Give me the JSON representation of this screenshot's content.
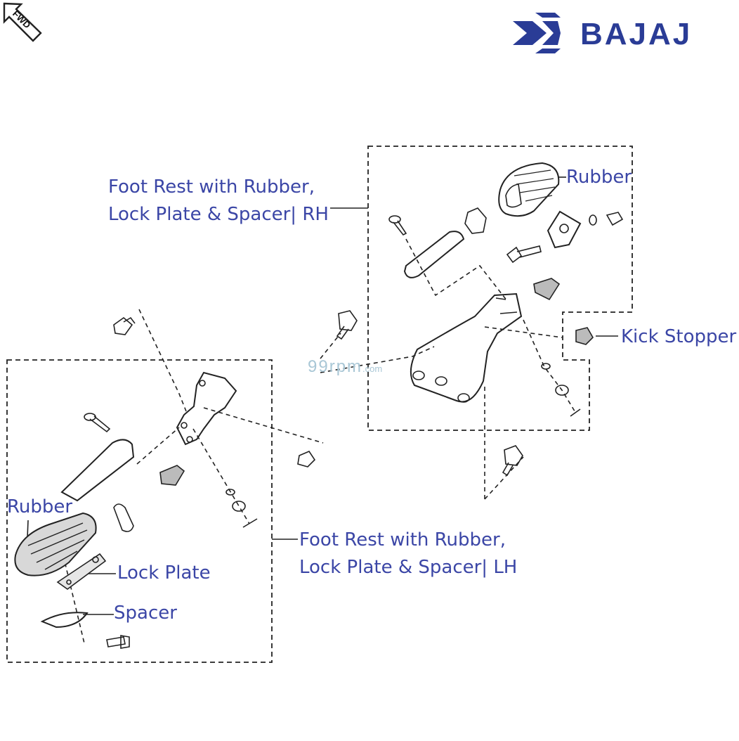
{
  "header": {
    "fwd_badge": "FWD",
    "brand_name": "BAJAJ"
  },
  "watermark": {
    "main": "99rpm",
    "suffix": ".com"
  },
  "labels": {
    "rh_assembly_line1": "Foot Rest with Rubber,",
    "rh_assembly_line2": "Lock Plate & Spacer| RH",
    "rh_rubber": "Rubber",
    "kick_stopper": "Kick Stopper",
    "lh_rubber": "Rubber",
    "lh_lock_plate": "Lock Plate",
    "lh_spacer": "Spacer",
    "lh_assembly_line1": "Foot Rest with Rubber,",
    "lh_assembly_line2": "Lock Plate & Spacer| LH"
  },
  "colors": {
    "label_text": "#3b46a6",
    "brand_blue": "#2a3c96",
    "line_art": "#222222",
    "watermark": "#a9c7d6"
  }
}
